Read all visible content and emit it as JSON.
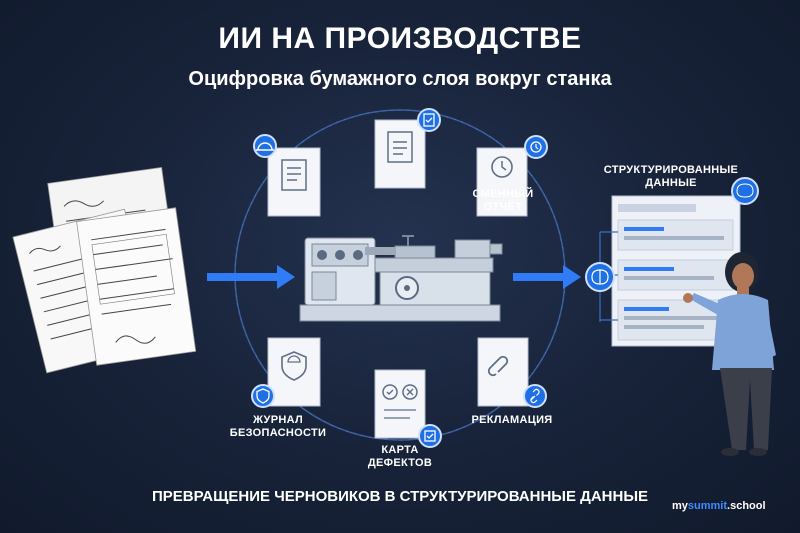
{
  "header": {
    "title": "ИИ НА ПРОИЗВОДСТВЕ",
    "subtitle": "Оцифровка бумажного слоя вокруг станка"
  },
  "captions": {
    "shift_report": "СМЕННЫЙ\nОТЧЁТ",
    "safety_log": "ЖУРНАЛ\nБЕЗОПАСНОСТИ",
    "defect_map": "КАРТА\nДЕФЕКТОВ",
    "complaint": "РЕКЛАМАЦИЯ",
    "structured": "СТРУКТУРИРОВАННЫЕ\nДАННЫЕ"
  },
  "footer": {
    "text": "ПРЕВРАЩЕНИЕ ЧЕРНОВИКОВ В СТРУКТУРИРОВАННЫЕ ДАННЫЕ"
  },
  "brand": {
    "prefix": "my",
    "highlight": "summit",
    "suffix": ".school"
  },
  "icons": {
    "badge_color": "#1f6fe5",
    "accent_color": "#2f7cf6"
  }
}
